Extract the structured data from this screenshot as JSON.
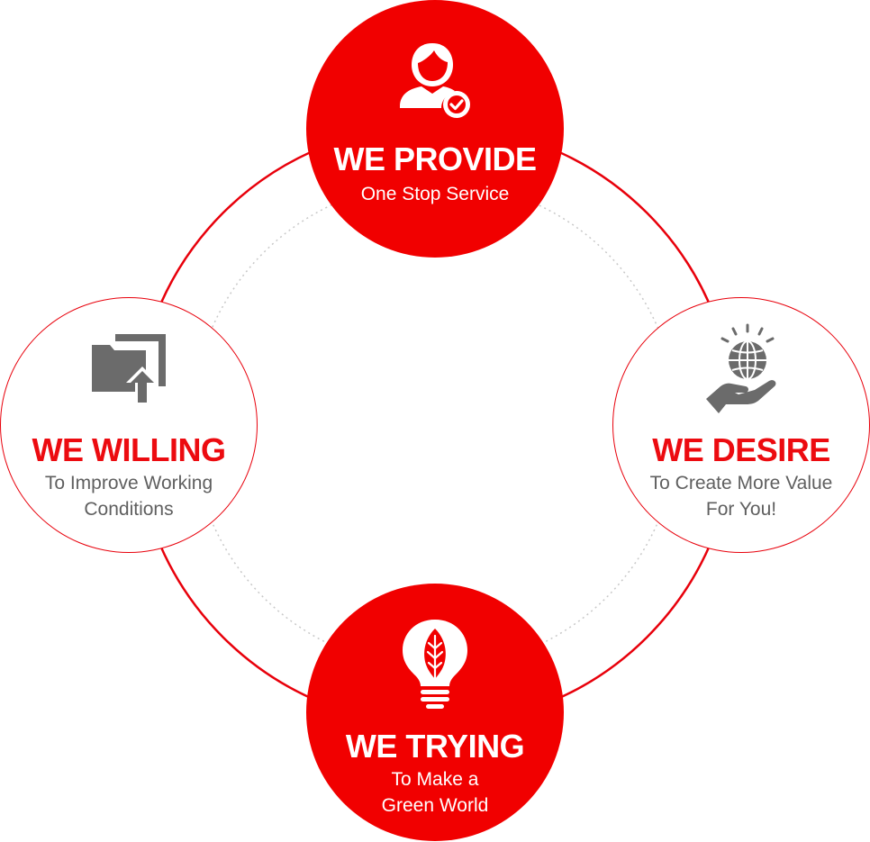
{
  "colors": {
    "brand_red": "#f10000",
    "ring_red": "#e8000b",
    "icon_gray": "#6b6b6b",
    "text_gray": "#5f5f5f",
    "dotted_gray": "#c8c8c8"
  },
  "nodes": {
    "top": {
      "title": "WE PROVIDE",
      "subtitle_lines": [
        "One Stop Service"
      ],
      "icon": "user-check-icon",
      "style": "filled-red"
    },
    "right": {
      "title": "WE DESIRE",
      "subtitle_lines": [
        "To Create More Value",
        "For You!"
      ],
      "icon": "globe-in-hand-icon",
      "style": "outlined-white"
    },
    "bottom": {
      "title": "WE TRYING",
      "subtitle_lines": [
        "To Make a",
        "Green World"
      ],
      "icon": "leaf-lightbulb-icon",
      "style": "filled-red"
    },
    "left": {
      "title": "WE WILLING",
      "subtitle_lines": [
        "To Improve Working",
        "Conditions"
      ],
      "icon": "folder-upload-icon",
      "style": "outlined-white"
    }
  }
}
